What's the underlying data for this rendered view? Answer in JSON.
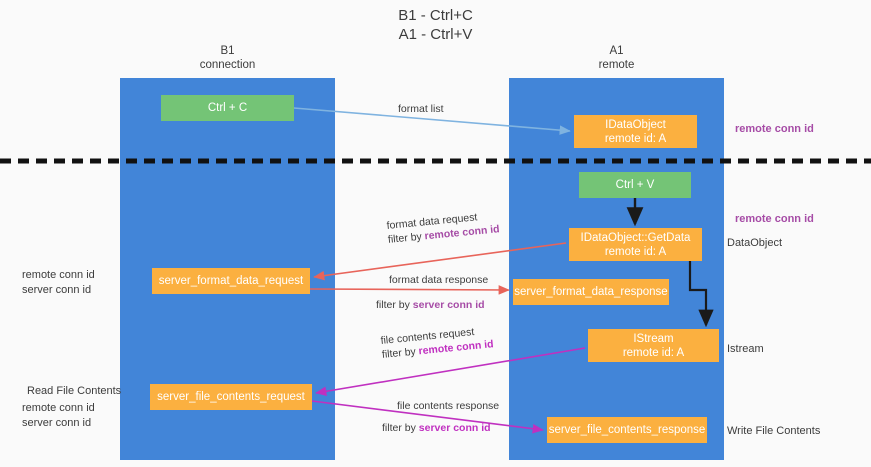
{
  "title": {
    "line1": "B1 - Ctrl+C",
    "line2": "A1 - Ctrl+V"
  },
  "lanes": [
    {
      "name": "B1",
      "sub": "connection"
    },
    {
      "name": "A1",
      "sub": "remote"
    }
  ],
  "nodes": {
    "ctrl_c": {
      "line1": "Ctrl + C",
      "line2": "",
      "color": "#74c476"
    },
    "idataobject": {
      "line1": "IDataObject",
      "line2": "remote id: A",
      "color": "#fbb040"
    },
    "ctrl_v": {
      "line1": "Ctrl + V",
      "line2": "",
      "color": "#74c476"
    },
    "getdata": {
      "line1": "IDataObject::GetData",
      "line2": "remote id: A",
      "color": "#fbb040"
    },
    "server_format_data_request": {
      "line1": "server_format_data_request",
      "line2": "",
      "color": "#fbb040"
    },
    "server_format_data_response": {
      "line1": "server_format_data_response",
      "line2": "",
      "color": "#fbb040"
    },
    "istream": {
      "line1": "IStream",
      "line2": "remote id: A",
      "color": "#fbb040"
    },
    "server_file_contents_request": {
      "line1": "server_file_contents_request",
      "line2": "",
      "color": "#fbb040"
    },
    "server_file_contents_response": {
      "line1": "server_file_contents_response",
      "line2": "",
      "color": "#fbb040"
    }
  },
  "edge_labels": {
    "format_list": "format list",
    "format_data_request": "format data request",
    "format_data_request_filter_prefix": "filter by ",
    "format_data_request_filter_key": "remote conn id",
    "format_data_response": "format data response",
    "format_data_response_filter_prefix": "filter by ",
    "format_data_response_filter_key": "server conn id",
    "file_contents_request": "file contents request",
    "file_contents_request_filter_prefix": "filter by ",
    "file_contents_request_filter_key": "remote conn id",
    "file_contents_response": "file contents response",
    "file_contents_response_filter_prefix": "filter by ",
    "file_contents_response_filter_key": "server conn id"
  },
  "annotations": {
    "right_remote_conn_id_top": "remote conn id",
    "right_remote_conn_id_mid": "remote conn id",
    "right_dataobject": "DataObject",
    "right_istream": "Istream",
    "right_write_file_contents": "Write File Contents",
    "left_remote_conn_id_mid": "remote conn id",
    "left_server_conn_id_mid": "server conn id",
    "left_read_file_contents": "Read File Contents",
    "left_remote_conn_id_bot": "remote conn id",
    "left_server_conn_id_bot": "server conn id"
  },
  "colors": {
    "lane": "#4285d8",
    "green_node": "#74c476",
    "orange_node": "#fbb040",
    "purple": "#a64ca6",
    "green_text": "#6aa84f",
    "magenta": "#c030c0",
    "arrow_blue": "#7fb3e0",
    "arrow_red": "#e8645a",
    "arrow_black": "#1a1a1a",
    "divider": "#111111",
    "background": "#fafafa"
  }
}
